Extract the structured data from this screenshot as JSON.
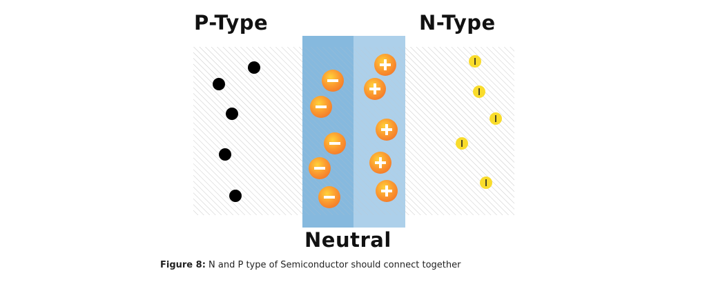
{
  "labels": {
    "p_type": "P-Type",
    "n_type": "N-Type",
    "neutral": "Neutral"
  },
  "caption": {
    "label": "Figure 8:",
    "text": " N and P type of Semiconductor should connect together"
  },
  "colors": {
    "depletion_left": "#7fb5dc",
    "depletion_right": "#a9cee9",
    "hole": "#000000",
    "ion": "#f7902e",
    "electron": "#f9dc2c",
    "hatch": "#c8c8c8"
  },
  "symbols": {
    "minus": "−",
    "plus": "+",
    "electron": "|"
  }
}
